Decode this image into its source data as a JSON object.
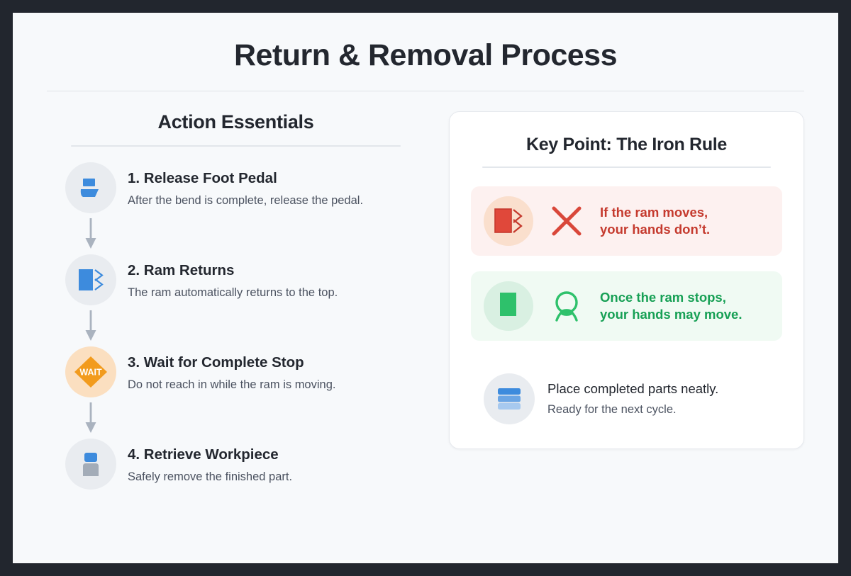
{
  "title": "Return & Removal Process",
  "colors": {
    "frame": "#22262e",
    "page_bg": "#f7f9fb",
    "blue": "#3d8bdd",
    "orange": "#f29b1d",
    "red": "#e0483a",
    "red_text": "#c53a2e",
    "green": "#2ec16b",
    "green_text": "#17a055",
    "gray_icon": "#a3acb8",
    "text_dark": "#23272f",
    "text_muted": "#4b5260"
  },
  "left": {
    "section_title": "Action Essentials",
    "steps": [
      {
        "icon": "foot-pedal-icon",
        "badge_style": "neutral",
        "title": "1. Release Foot Pedal",
        "desc": "After the bend is complete, release the pedal."
      },
      {
        "icon": "ram-return-icon",
        "badge_style": "neutral",
        "title": "2. Ram Returns",
        "desc": "The ram automatically returns to the top."
      },
      {
        "icon": "wait-hexagon-icon",
        "badge_style": "warning",
        "badge_text": "WAIT",
        "title": "3. Wait for Complete Stop",
        "desc": "Do not reach in while the ram is moving."
      },
      {
        "icon": "retrieve-workpiece-icon",
        "badge_style": "neutral",
        "title": "4. Retrieve Workpiece",
        "desc": "Safely remove the finished part."
      }
    ],
    "connector_icon": "down-arrow-icon"
  },
  "right": {
    "panel_title": "Key Point: The Iron Rule",
    "rules": [
      {
        "tone": "negative",
        "icon": "moving-ram-icon",
        "mark_icon": "x-mark-icon",
        "line1": "If the ram moves,",
        "line2": "your hands don’t."
      },
      {
        "tone": "positive",
        "icon": "stopped-ram-icon",
        "mark_icon": "ok-hand-icon",
        "line1": "Once the ram stops,",
        "line2": "your hands may move."
      }
    ],
    "closing": {
      "icon": "stacked-parts-icon",
      "title": "Place completed parts neatly.",
      "subtitle": "Ready for the next cycle."
    }
  }
}
